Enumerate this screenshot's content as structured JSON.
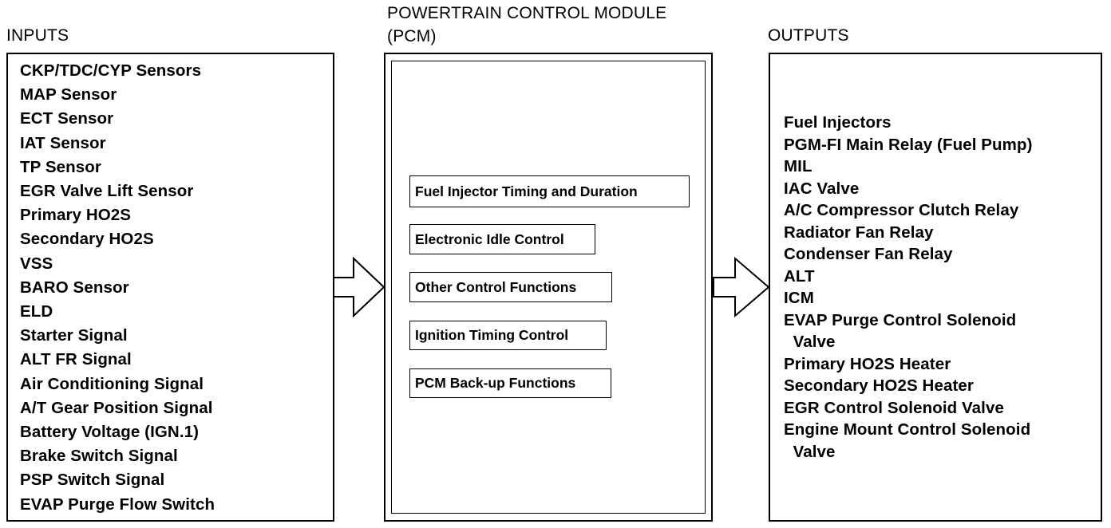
{
  "inputs": {
    "header": "INPUTS",
    "items": [
      "CKP/TDC/CYP Sensors",
      "MAP Sensor",
      "ECT Sensor",
      "IAT Sensor",
      "TP Sensor",
      "EGR Valve Lift Sensor",
      "Primary HO2S",
      "Secondary HO2S",
      "VSS",
      "BARO Sensor",
      "ELD",
      "Starter Signal",
      "ALT FR Signal",
      "Air Conditioning Signal",
      "A/T Gear Position Signal",
      "Battery Voltage (IGN.1)",
      "Brake Switch Signal",
      "PSP Switch Signal",
      "EVAP Purge Flow Switch"
    ]
  },
  "pcm": {
    "header_line1": "POWERTRAIN CONTROL MODULE",
    "header_line2": "(PCM)",
    "functions": [
      "Fuel Injector Timing and Duration",
      "Electronic Idle Control",
      "Other Control Functions",
      "Ignition Timing Control",
      "PCM Back-up Functions"
    ]
  },
  "outputs": {
    "header": "OUTPUTS",
    "items": [
      "Fuel Injectors",
      "PGM-FI Main Relay (Fuel Pump)",
      "MIL",
      "IAC Valve",
      "A/C Compressor Clutch Relay",
      "Radiator Fan Relay",
      "Condenser Fan Relay",
      "ALT",
      "ICM",
      "EVAP Purge Control Solenoid",
      "  Valve",
      "Primary HO2S Heater",
      "Secondary HO2S Heater",
      "EGR Control Solenoid Valve",
      "Engine Mount Control Solenoid",
      "  Valve"
    ]
  }
}
